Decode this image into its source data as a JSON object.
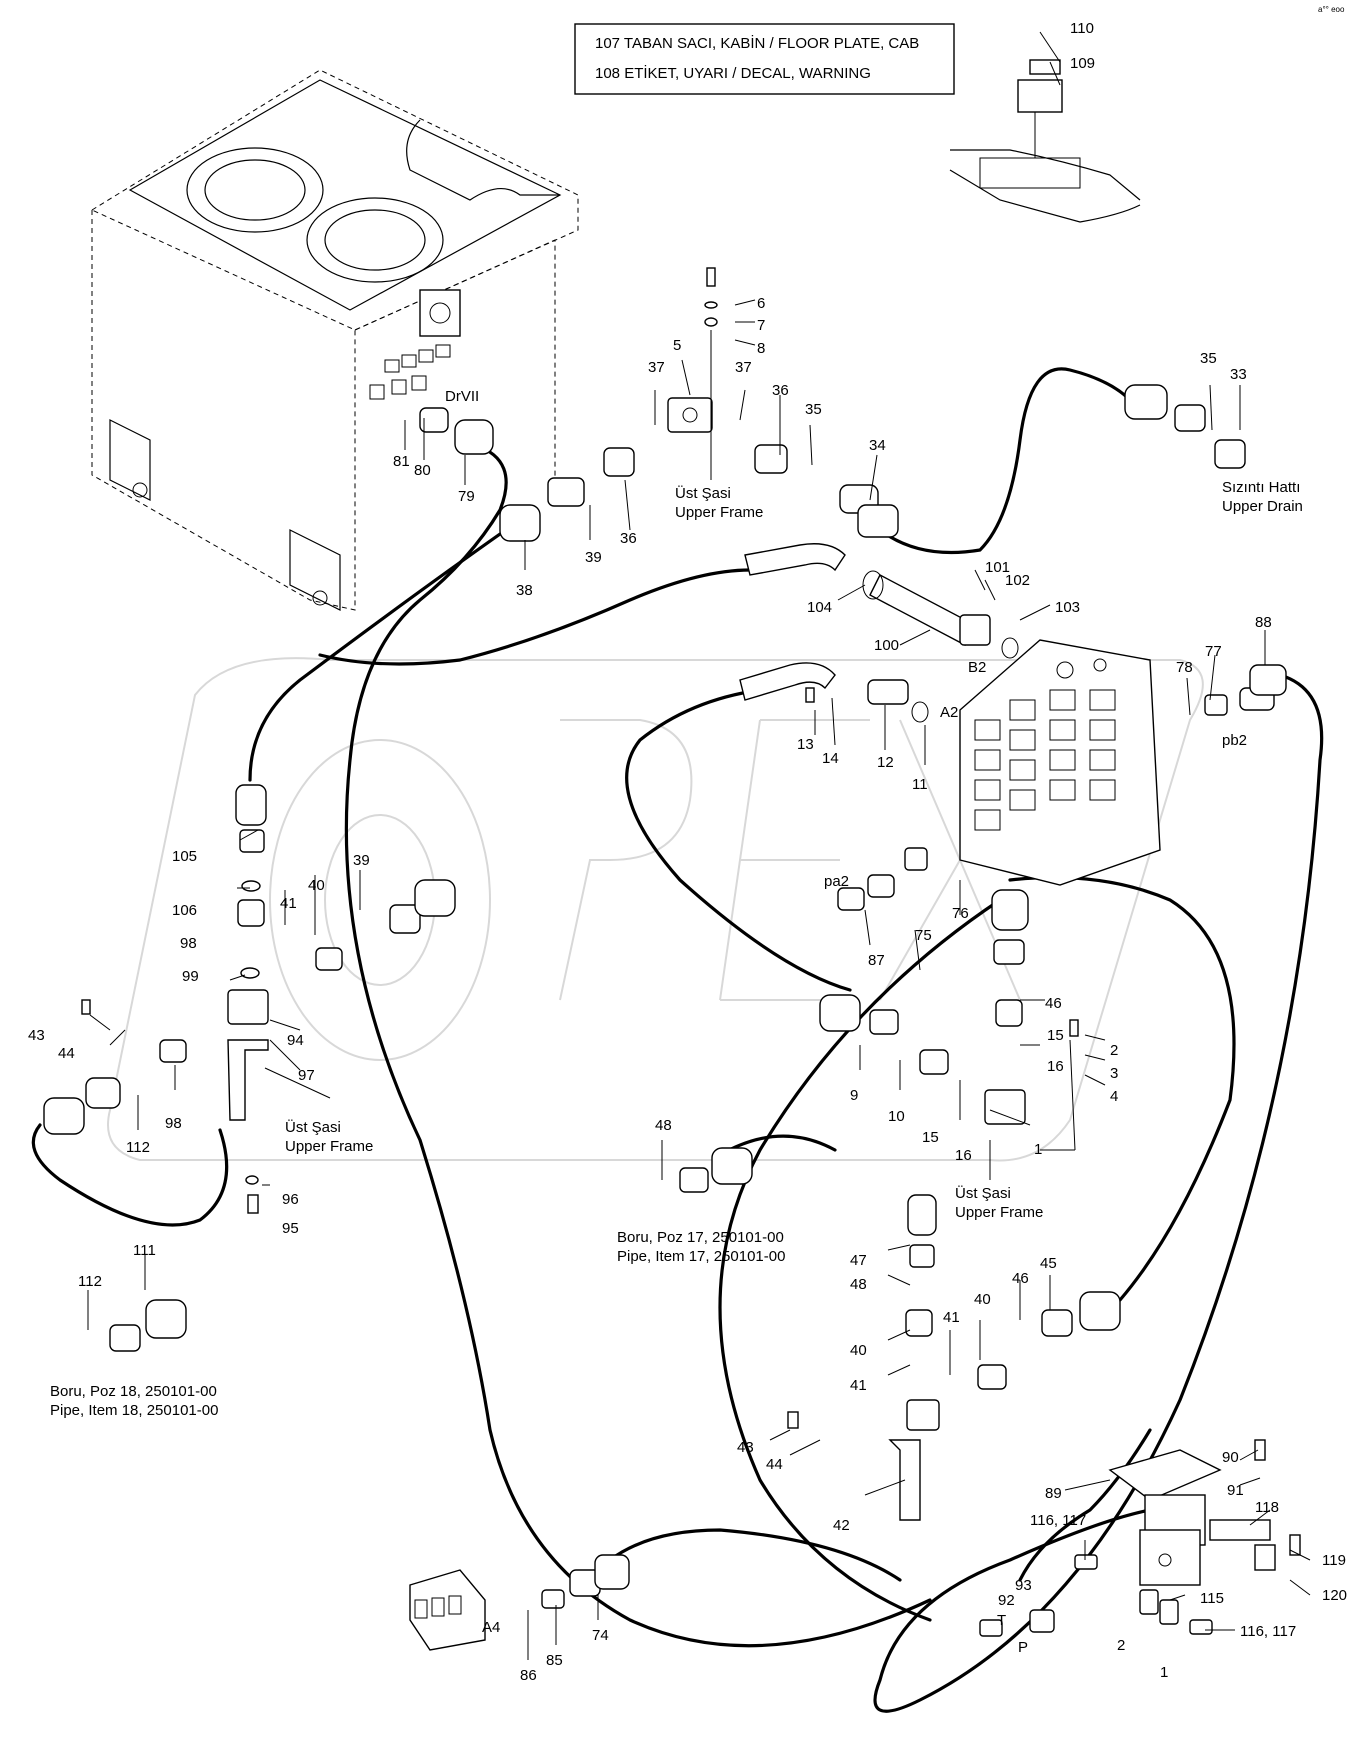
{
  "header_box": {
    "line1": "107 TABAN SACI, KABİN / FLOOR PLATE, CAB",
    "line2": "108 ETİKET, UYARI / DECAL, WARNING"
  },
  "corner_mark": "a°° eoo",
  "watermark": "OPEX",
  "captions": {
    "upper_frame_top_tr": "Üst Şasi",
    "upper_frame_top_en": "Upper Frame",
    "upper_drain_tr": "Sızıntı Hattı",
    "upper_drain_en": "Upper Drain",
    "upper_frame_left_tr": "Üst Şasi",
    "upper_frame_left_en": "Upper Frame",
    "upper_frame_right_tr": "Üst Şasi",
    "upper_frame_right_en": "Upper Frame",
    "pipe17_tr": "Boru, Poz 17, 250101-00",
    "pipe17_en": "Pipe, Item 17, 250101-00",
    "pipe18_tr": "Boru, Poz 18, 250101-00",
    "pipe18_en": "Pipe, Item 18, 250101-00"
  },
  "ports": {
    "drvii": "DrVII",
    "b2": "B2",
    "a2": "A2",
    "pb2": "pb2",
    "pa2": "pa2",
    "a4": "A4",
    "t": "T",
    "p": "P"
  },
  "callouts": [
    "110",
    "109",
    "6",
    "7",
    "8",
    "5",
    "37",
    "37",
    "36",
    "35",
    "34",
    "35",
    "33",
    "81",
    "80",
    "79",
    "39",
    "36",
    "38",
    "101",
    "102",
    "103",
    "104",
    "100",
    "88",
    "77",
    "78",
    "13",
    "14",
    "12",
    "11",
    "105",
    "39",
    "40",
    "41",
    "106",
    "98",
    "99",
    "94",
    "97",
    "43",
    "44",
    "98",
    "112",
    "87",
    "75",
    "76",
    "46",
    "15",
    "2",
    "3",
    "4",
    "16",
    "9",
    "10",
    "15",
    "16",
    "1",
    "48",
    "47",
    "48",
    "40",
    "41",
    "45",
    "46",
    "40",
    "41",
    "43",
    "44",
    "42",
    "96",
    "95",
    "111",
    "112",
    "90",
    "91",
    "89",
    "118",
    "119",
    "120",
    "116, 117",
    "93",
    "92",
    "115",
    "116, 117",
    "2",
    "1",
    "74",
    "85",
    "86"
  ]
}
